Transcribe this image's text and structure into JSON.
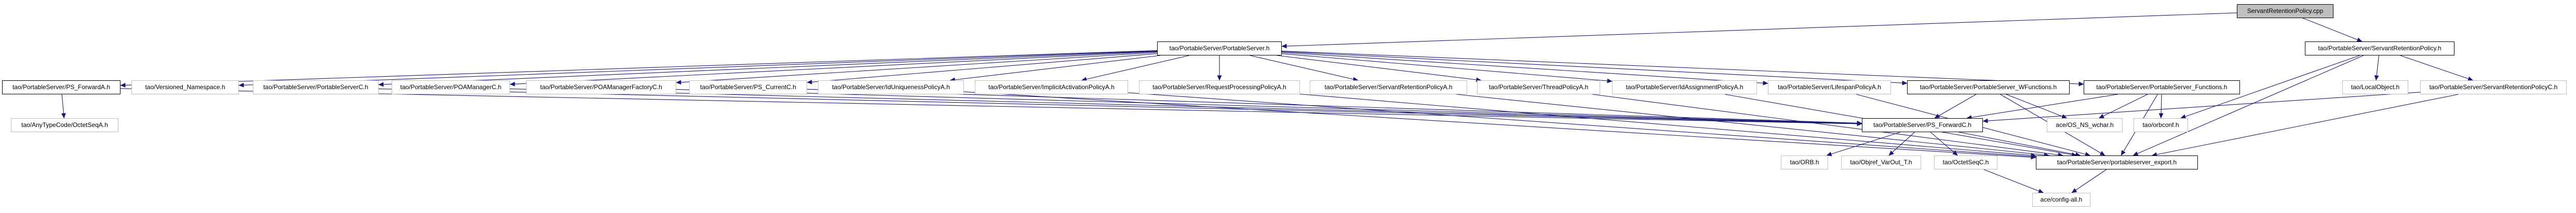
{
  "diagram": {
    "kind": "doxygen-include-dependency-graph",
    "root_file": "ServantRetentionPolicy.cpp",
    "colors": {
      "edge": "#191970",
      "root_fill": "#bfbfbf",
      "node_fill": "#ffffff",
      "plain_border": "#bebebe",
      "bold_border": "#000000",
      "background": "#ffffff"
    },
    "nodes": [
      {
        "id": "cpp",
        "label": "ServantRetentionPolicy.cpp",
        "style": "root"
      },
      {
        "id": "ps",
        "label": "tao/PortableServer/PortableServer.h",
        "style": "bold"
      },
      {
        "id": "srp_h",
        "label": "tao/PortableServer/ServantRetentionPolicy.h",
        "style": "bold"
      },
      {
        "id": "ps_forwarda",
        "label": "tao/PortableServer/PS_ForwardA.h",
        "style": "bold"
      },
      {
        "id": "versioned",
        "label": "tao/Versioned_Namespace.h",
        "style": "plain"
      },
      {
        "id": "psc",
        "label": "tao/PortableServer/PortableServerC.h",
        "style": "plain"
      },
      {
        "id": "poamgrc",
        "label": "tao/PortableServer/POAManagerC.h",
        "style": "plain"
      },
      {
        "id": "poamgrfc",
        "label": "tao/PortableServer/POAManagerFactoryC.h",
        "style": "plain"
      },
      {
        "id": "ps_currentc",
        "label": "tao/PortableServer/PS_CurrentC.h",
        "style": "plain"
      },
      {
        "id": "iduniq",
        "label": "tao/PortableServer/IdUniquenessPolicyA.h",
        "style": "plain"
      },
      {
        "id": "implact",
        "label": "tao/PortableServer/ImplicitActivationPolicyA.h",
        "style": "plain"
      },
      {
        "id": "reqproc",
        "label": "tao/PortableServer/RequestProcessingPolicyA.h",
        "style": "plain"
      },
      {
        "id": "servreta",
        "label": "tao/PortableServer/ServantRetentionPolicyA.h",
        "style": "plain"
      },
      {
        "id": "threada",
        "label": "tao/PortableServer/ThreadPolicyA.h",
        "style": "plain"
      },
      {
        "id": "idassign",
        "label": "tao/PortableServer/IdAssignmentPolicyA.h",
        "style": "plain"
      },
      {
        "id": "lifespan",
        "label": "tao/PortableServer/LifespanPolicyA.h",
        "style": "plain"
      },
      {
        "id": "wfunctions",
        "label": "tao/PortableServer/PortableServer_WFunctions.h",
        "style": "bold"
      },
      {
        "id": "functions",
        "label": "tao/PortableServer/PortableServer_Functions.h",
        "style": "bold"
      },
      {
        "id": "localobject",
        "label": "tao/LocalObject.h",
        "style": "plain"
      },
      {
        "id": "srpc",
        "label": "tao/PortableServer/ServantRetentionPolicyC.h",
        "style": "plain"
      },
      {
        "id": "octetseqa",
        "label": "tao/AnyTypeCode/OctetSeqA.h",
        "style": "plain"
      },
      {
        "id": "ps_forwardc",
        "label": "tao/PortableServer/PS_ForwardC.h",
        "style": "bold"
      },
      {
        "id": "os_ns_wchar",
        "label": "ace/OS_NS_wchar.h",
        "style": "plain"
      },
      {
        "id": "orbconf",
        "label": "tao/orbconf.h",
        "style": "plain"
      },
      {
        "id": "orb",
        "label": "tao/ORB.h",
        "style": "plain"
      },
      {
        "id": "objref",
        "label": "tao/Objref_VarOut_T.h",
        "style": "plain"
      },
      {
        "id": "octetseqc",
        "label": "tao/OctetSeqC.h",
        "style": "plain"
      },
      {
        "id": "export",
        "label": "tao/PortableServer/portableserver_export.h",
        "style": "bold"
      },
      {
        "id": "configall",
        "label": "ace/config-all.h",
        "style": "plain"
      }
    ],
    "edges": [
      [
        "cpp",
        "ps"
      ],
      [
        "cpp",
        "srp_h"
      ],
      [
        "ps",
        "ps_forwarda"
      ],
      [
        "ps",
        "versioned"
      ],
      [
        "ps",
        "psc"
      ],
      [
        "ps",
        "poamgrc"
      ],
      [
        "ps",
        "poamgrfc"
      ],
      [
        "ps",
        "ps_currentc"
      ],
      [
        "ps",
        "iduniq"
      ],
      [
        "ps",
        "implact"
      ],
      [
        "ps",
        "reqproc"
      ],
      [
        "ps",
        "servreta"
      ],
      [
        "ps",
        "threada"
      ],
      [
        "ps",
        "idassign"
      ],
      [
        "ps",
        "lifespan"
      ],
      [
        "ps",
        "wfunctions"
      ],
      [
        "ps",
        "functions"
      ],
      [
        "ps_forwarda",
        "octetseqa"
      ],
      [
        "ps_forwarda",
        "ps_forwardc"
      ],
      [
        "psc",
        "ps_forwardc"
      ],
      [
        "poamgrc",
        "ps_forwardc"
      ],
      [
        "poamgrfc",
        "ps_forwardc"
      ],
      [
        "ps_currentc",
        "ps_forwardc"
      ],
      [
        "iduniq",
        "export"
      ],
      [
        "implact",
        "export"
      ],
      [
        "reqproc",
        "export"
      ],
      [
        "servreta",
        "export"
      ],
      [
        "threada",
        "export"
      ],
      [
        "idassign",
        "export"
      ],
      [
        "lifespan",
        "export"
      ],
      [
        "wfunctions",
        "os_ns_wchar"
      ],
      [
        "wfunctions",
        "ps_forwardc"
      ],
      [
        "wfunctions",
        "export"
      ],
      [
        "functions",
        "os_ns_wchar"
      ],
      [
        "functions",
        "orbconf"
      ],
      [
        "functions",
        "ps_forwardc"
      ],
      [
        "functions",
        "export"
      ],
      [
        "srp_h",
        "localobject"
      ],
      [
        "srp_h",
        "srpc"
      ],
      [
        "srp_h",
        "orbconf"
      ],
      [
        "srp_h",
        "export"
      ],
      [
        "srpc",
        "ps_forwardc"
      ],
      [
        "srpc",
        "export"
      ],
      [
        "ps_forwardc",
        "orb"
      ],
      [
        "ps_forwardc",
        "objref"
      ],
      [
        "ps_forwardc",
        "octetseqc"
      ],
      [
        "ps_forwardc",
        "export"
      ],
      [
        "octetseqc",
        "configall"
      ],
      [
        "export",
        "configall"
      ]
    ]
  }
}
